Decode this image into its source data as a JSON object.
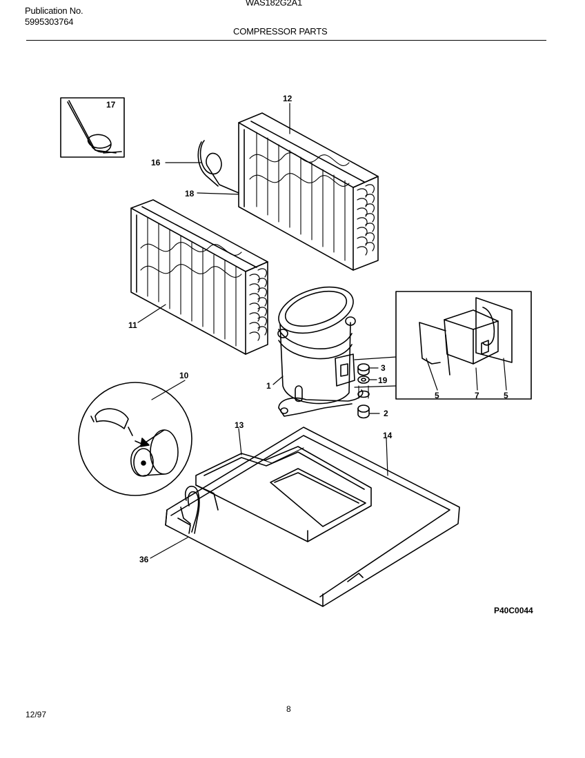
{
  "header": {
    "publication_label": "Publication No.",
    "publication_number": "5995303764",
    "model": "WAS182G2A1",
    "section_title": "COMPRESSOR PARTS"
  },
  "figure": {
    "reference_code": "P40C0044",
    "callouts": {
      "c17": "17",
      "c12": "12",
      "c16": "16",
      "c18": "18",
      "c11": "11",
      "c10": "10",
      "c1": "1",
      "c3": "3",
      "c19": "19",
      "c2": "2",
      "c5a": "5",
      "c7": "7",
      "c5b": "5",
      "c13": "13",
      "c14": "14",
      "c36": "36"
    }
  },
  "footer": {
    "date": "12/97",
    "page": "8"
  }
}
